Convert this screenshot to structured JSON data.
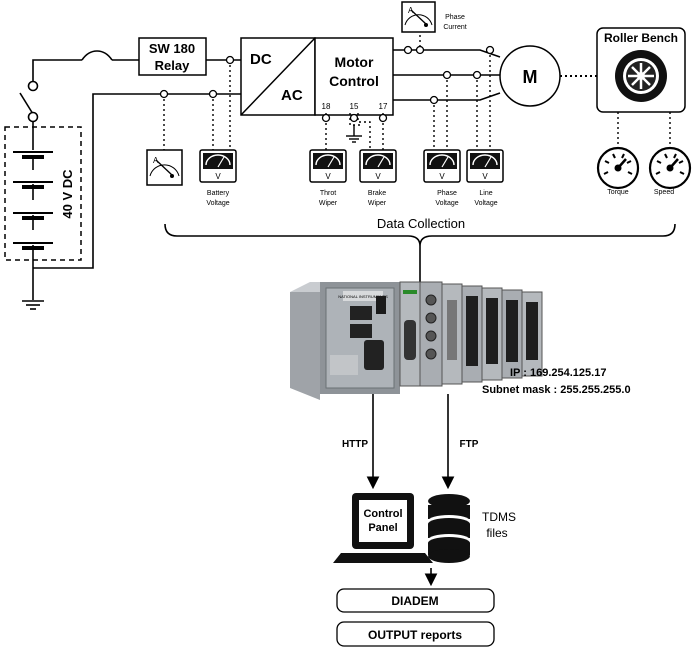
{
  "battery": {
    "label": "40 V DC"
  },
  "relay": {
    "label_line1": "SW 180",
    "label_line2": "Relay"
  },
  "inverter": {
    "dc_label": "DC",
    "ac_label": "AC"
  },
  "controller": {
    "label_line1": "Motor",
    "label_line2": "Control",
    "pins": [
      "18",
      "15",
      "17"
    ]
  },
  "motor": {
    "label": "M"
  },
  "roller_bench": {
    "label": "Roller Bench"
  },
  "meters": {
    "phase_current": {
      "line1": "Phase",
      "line2": "Current"
    },
    "battery_voltage": {
      "line1": "Battery",
      "line2": "Voltage"
    },
    "throt_wiper": {
      "line1": "Throt",
      "line2": "Wiper"
    },
    "brake_wiper": {
      "line1": "Brake",
      "line2": "Wiper"
    },
    "phase_voltage": {
      "line1": "Phase",
      "line2": "Voltage"
    },
    "line_voltage": {
      "line1": "Line",
      "line2": "Voltage"
    },
    "torque": {
      "label": "Torque"
    },
    "speed": {
      "label": "Speed"
    }
  },
  "data_collection": {
    "label": "Data Collection"
  },
  "daq": {
    "ip": "IP : 169.254.125.17",
    "subnet": "Subnet mask : 255.255.255.0",
    "brand": "NATIONAL INSTRUMENTS"
  },
  "links": {
    "http": "HTTP",
    "ftp": "FTP"
  },
  "control_panel": {
    "line1": "Control",
    "line2": "Panel"
  },
  "tdms": {
    "line1": "TDMS",
    "line2": "files"
  },
  "diadem": {
    "label": "DIADEM"
  },
  "output": {
    "label": "OUTPUT reports"
  }
}
